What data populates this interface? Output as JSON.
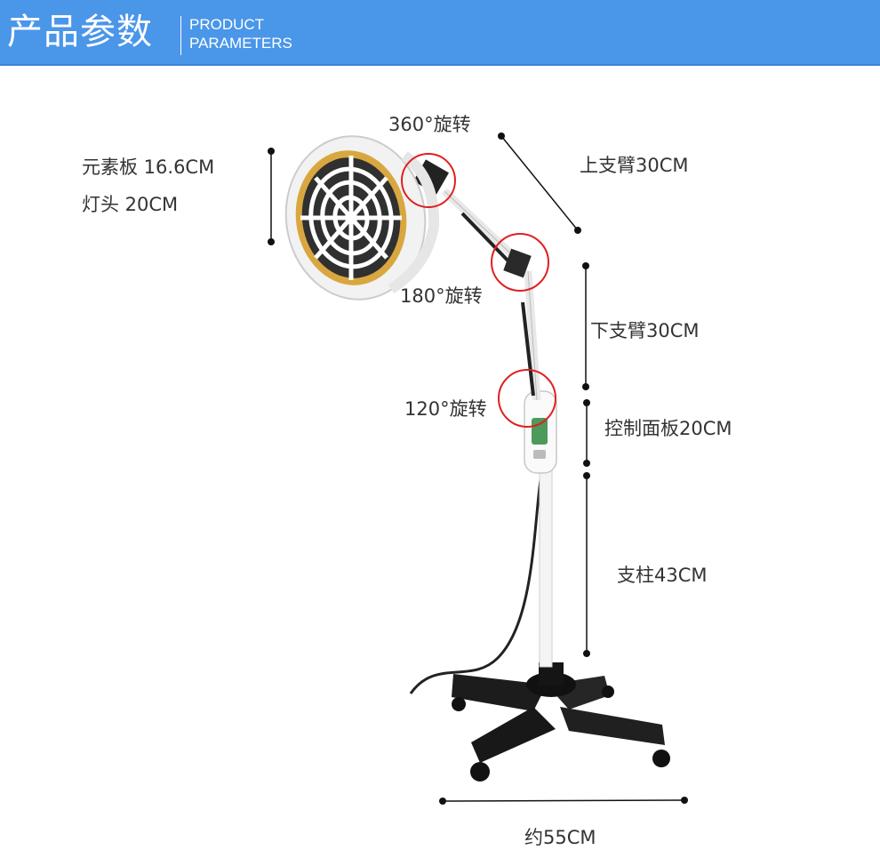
{
  "header": {
    "title_cn": "产品参数",
    "title_en_line1": "PRODUCT",
    "title_en_line2": "PARAMETERS",
    "background_color": "#4a96e8"
  },
  "labels": {
    "element_board": "元素板 16.6CM",
    "lamp_head": "灯头 20CM",
    "rotate_360": "360°旋转",
    "upper_arm": "上支臂30CM",
    "rotate_180": "180°旋转",
    "lower_arm": "下支臂30CM",
    "rotate_120": "120°旋转",
    "control_panel": "控制面板20CM",
    "pillar": "支柱43CM",
    "base_width": "约55CM"
  },
  "colors": {
    "marker": "#111111",
    "rotation_circle": "#e02020",
    "text": "#333333"
  }
}
